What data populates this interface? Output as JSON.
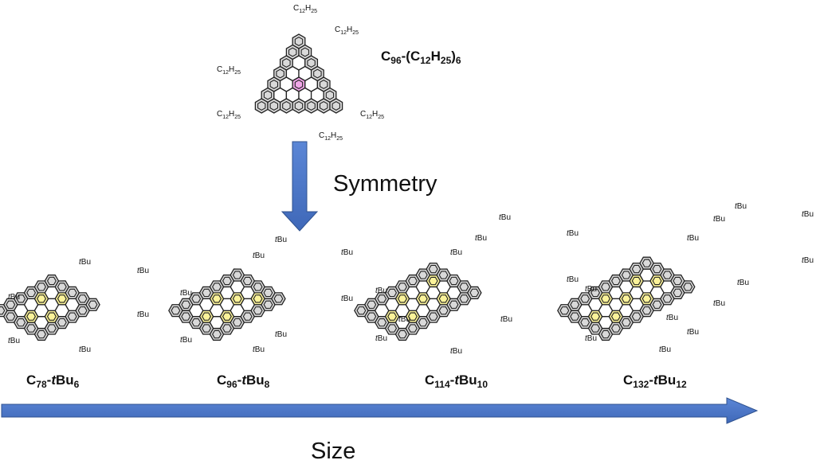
{
  "top_molecule": {
    "formula_main": "C",
    "formula_sub1": "96",
    "formula_mid": "-(C",
    "formula_sub2": "12",
    "formula_mid2": "H",
    "formula_sub3": "25",
    "formula_end": ")",
    "formula_sub4": "6",
    "substituent_main": "C",
    "substituent_sub1": "12",
    "substituent_mid": "H",
    "substituent_sub2": "25"
  },
  "labels": {
    "symmetry": "Symmetry",
    "size": "Size"
  },
  "series": [
    {
      "c": "C",
      "c_sub": "78",
      "dash": "-",
      "t": "t",
      "bu": "Bu",
      "bu_sub": "6"
    },
    {
      "c": "C",
      "c_sub": "96",
      "dash": "-",
      "t": "t",
      "bu": "Bu",
      "bu_sub": "8"
    },
    {
      "c": "C",
      "c_sub": "114",
      "dash": "-",
      "t": "t",
      "bu": "Bu",
      "bu_sub": "10"
    },
    {
      "c": "C",
      "c_sub": "132",
      "dash": "-",
      "t": "t",
      "bu": "Bu",
      "bu_sub": "12"
    }
  ],
  "substituent_tbu": {
    "t": "t",
    "bu": "Bu"
  },
  "colors": {
    "arrow": "#4472c4",
    "arrow_stroke": "#2f528f",
    "highlight_yellow": "#fbf39a",
    "highlight_pink": "#f1a7e8",
    "aromatic_grey": "#d9d9d9"
  }
}
